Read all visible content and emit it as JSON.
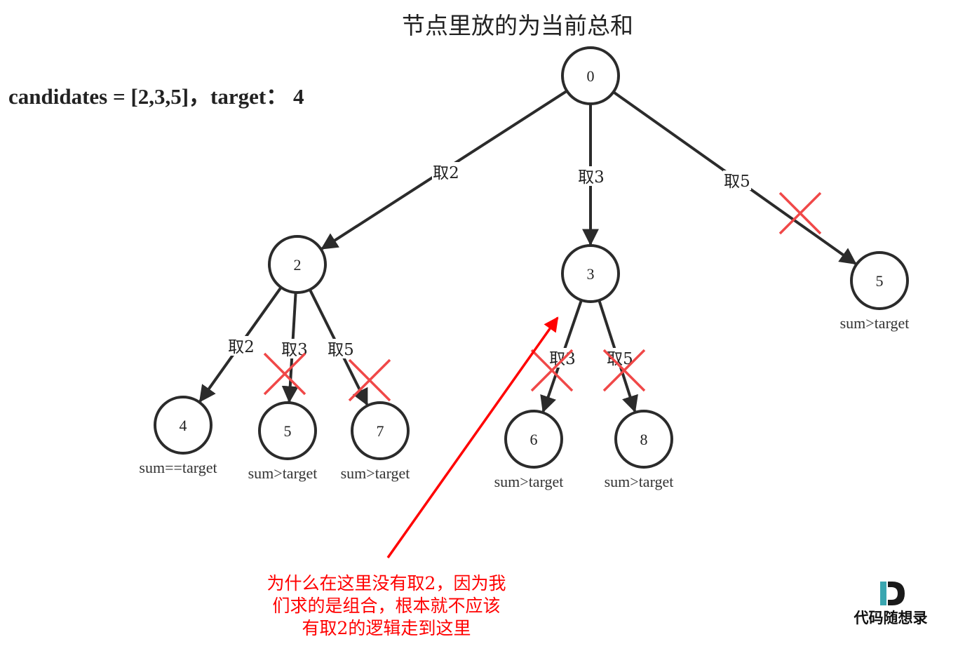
{
  "title": "节点里放的为当前总和",
  "problem": "candidates = [2,3,5]，target： 4",
  "nodes": [
    {
      "id": "n0",
      "value": "0",
      "status": ""
    },
    {
      "id": "n2",
      "value": "2",
      "status": ""
    },
    {
      "id": "n3",
      "value": "3",
      "status": ""
    },
    {
      "id": "n5top",
      "value": "5",
      "status": "sum>target"
    },
    {
      "id": "n4",
      "value": "4",
      "status": "sum==target"
    },
    {
      "id": "n5mid",
      "value": "5",
      "status": "sum>target"
    },
    {
      "id": "n7",
      "value": "7",
      "status": "sum>target"
    },
    {
      "id": "n6",
      "value": "6",
      "status": "sum>target"
    },
    {
      "id": "n8",
      "value": "8",
      "status": "sum>target"
    }
  ],
  "edges": [
    {
      "from": "n0",
      "to": "n2",
      "label": "取2",
      "pruned": false
    },
    {
      "from": "n0",
      "to": "n3",
      "label": "取3",
      "pruned": false
    },
    {
      "from": "n0",
      "to": "n5top",
      "label": "取5",
      "pruned": true
    },
    {
      "from": "n2",
      "to": "n4",
      "label": "取2",
      "pruned": false
    },
    {
      "from": "n2",
      "to": "n5mid",
      "label": "取3",
      "pruned": true
    },
    {
      "from": "n2",
      "to": "n7",
      "label": "取5",
      "pruned": true
    },
    {
      "from": "n3",
      "to": "n6",
      "label": "取3",
      "pruned": true
    },
    {
      "from": "n3",
      "to": "n8",
      "label": "取5",
      "pruned": true
    }
  ],
  "note": {
    "lines": [
      "为什么在这里没有取2，因为我",
      "们求的是组合，根本就不应该",
      "有取2的逻辑走到这里"
    ]
  },
  "logo": {
    "text": "代码随想录"
  },
  "colors": {
    "node_stroke": "#2b2b2b",
    "prune_mark": "#f04848",
    "note": "#ff0000",
    "logo_teal": "#3aa6b0",
    "logo_dark": "#1a1a1a"
  }
}
